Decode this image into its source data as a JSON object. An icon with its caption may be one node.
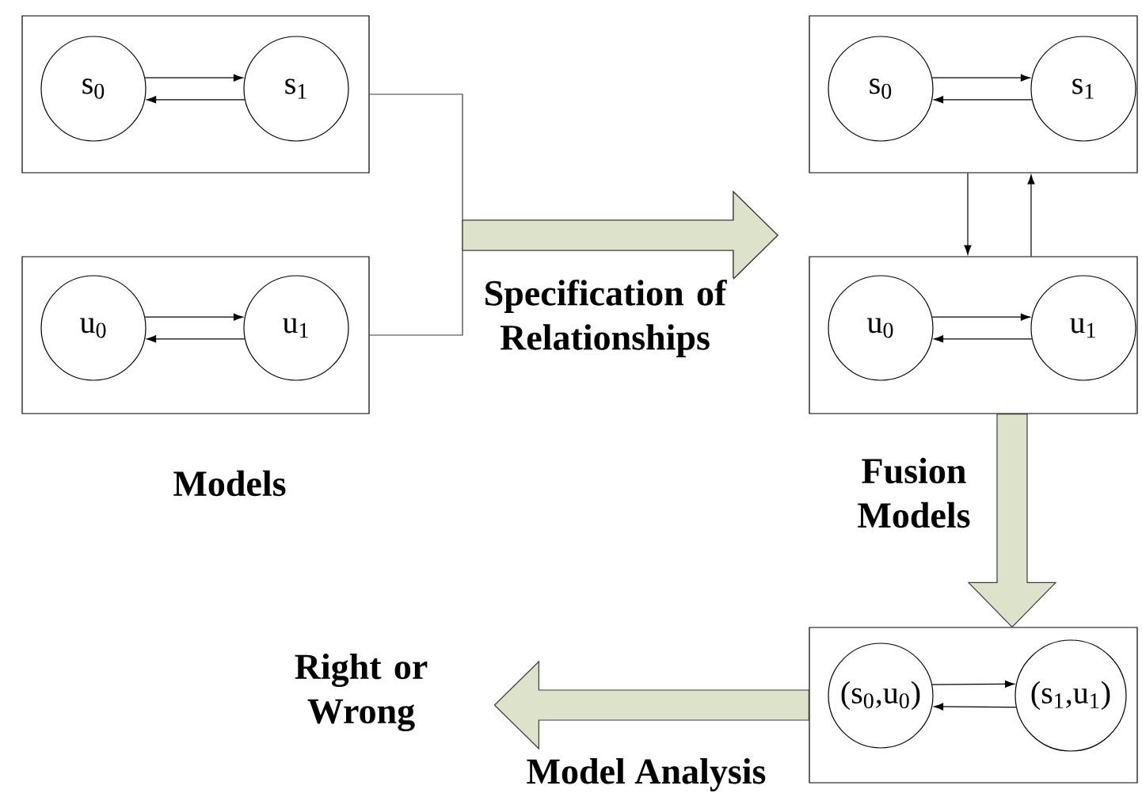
{
  "diagram": {
    "nodes": [
      {
        "text": [],
        "shape": "box"
      },
      {
        "text": [
          "s$_{0}$"
        ],
        "in": 0
      },
      {
        "text": [
          "s$_{1}$"
        ],
        "in": 0
      },
      {
        "text": [],
        "shape": "box"
      },
      {
        "text": [
          "u$_{0}$"
        ],
        "in": 3
      },
      {
        "text": [
          "u$_{1}$"
        ],
        "in": 3
      },
      {
        "text": [],
        "shape": "box"
      },
      {
        "text": [
          "s$_{0}$"
        ],
        "in": 6
      },
      {
        "text": [
          "s$_{1}$"
        ],
        "in": 6
      },
      {
        "text": [],
        "shape": "box"
      },
      {
        "text": [
          "u$_{0}$"
        ],
        "in": 9
      },
      {
        "text": [
          "u$_{1}$"
        ],
        "in": 9
      },
      {
        "text": [],
        "shape": "box"
      },
      {
        "text": [
          "(s$_{0}$,u$_{0}$)"
        ],
        "in": 12
      },
      {
        "text": [
          "(s$_{1}$,u$_{1}$)"
        ],
        "in": 12
      },
      {
        "text": [
          "Right or Wrong"
        ]
      }
    ],
    "edges": [
      {
        "from": 1,
        "to": 2,
        "arrow": "to"
      },
      {
        "from": 2,
        "to": 1,
        "arrow": "to"
      },
      {
        "from": 4,
        "to": 5,
        "arrow": "to"
      },
      {
        "from": 5,
        "to": 4,
        "arrow": "to"
      },
      {
        "from": 7,
        "to": 8,
        "arrow": "to"
      },
      {
        "from": 8,
        "to": 7,
        "arrow": "to"
      },
      {
        "from": 10,
        "to": 11,
        "arrow": "to"
      },
      {
        "from": 11,
        "to": 10,
        "arrow": "to"
      },
      {
        "from": 6,
        "to": 9,
        "arrow": "to"
      },
      {
        "from": 9,
        "to": 6,
        "arrow": "to"
      },
      {
        "from": 0,
        "to": null,
        "arrow": "to",
        "style": "thick"
      },
      {
        "from": 3,
        "to": null,
        "arrow": "to",
        "style": "thick",
        "label": "Specification of Relationships"
      },
      {
        "from": 9,
        "to": 12,
        "arrow": "to",
        "style": "thick",
        "label": "Fusion Models"
      },
      {
        "from": 12,
        "to": 15,
        "arrow": "to",
        "style": "thick",
        "label": "Model Analysis"
      },
      {
        "from": 13,
        "to": 14,
        "arrow": "to"
      },
      {
        "from": 14,
        "to": 13,
        "arrow": "to"
      }
    ],
    "labels": [
      "Models"
    ]
  }
}
